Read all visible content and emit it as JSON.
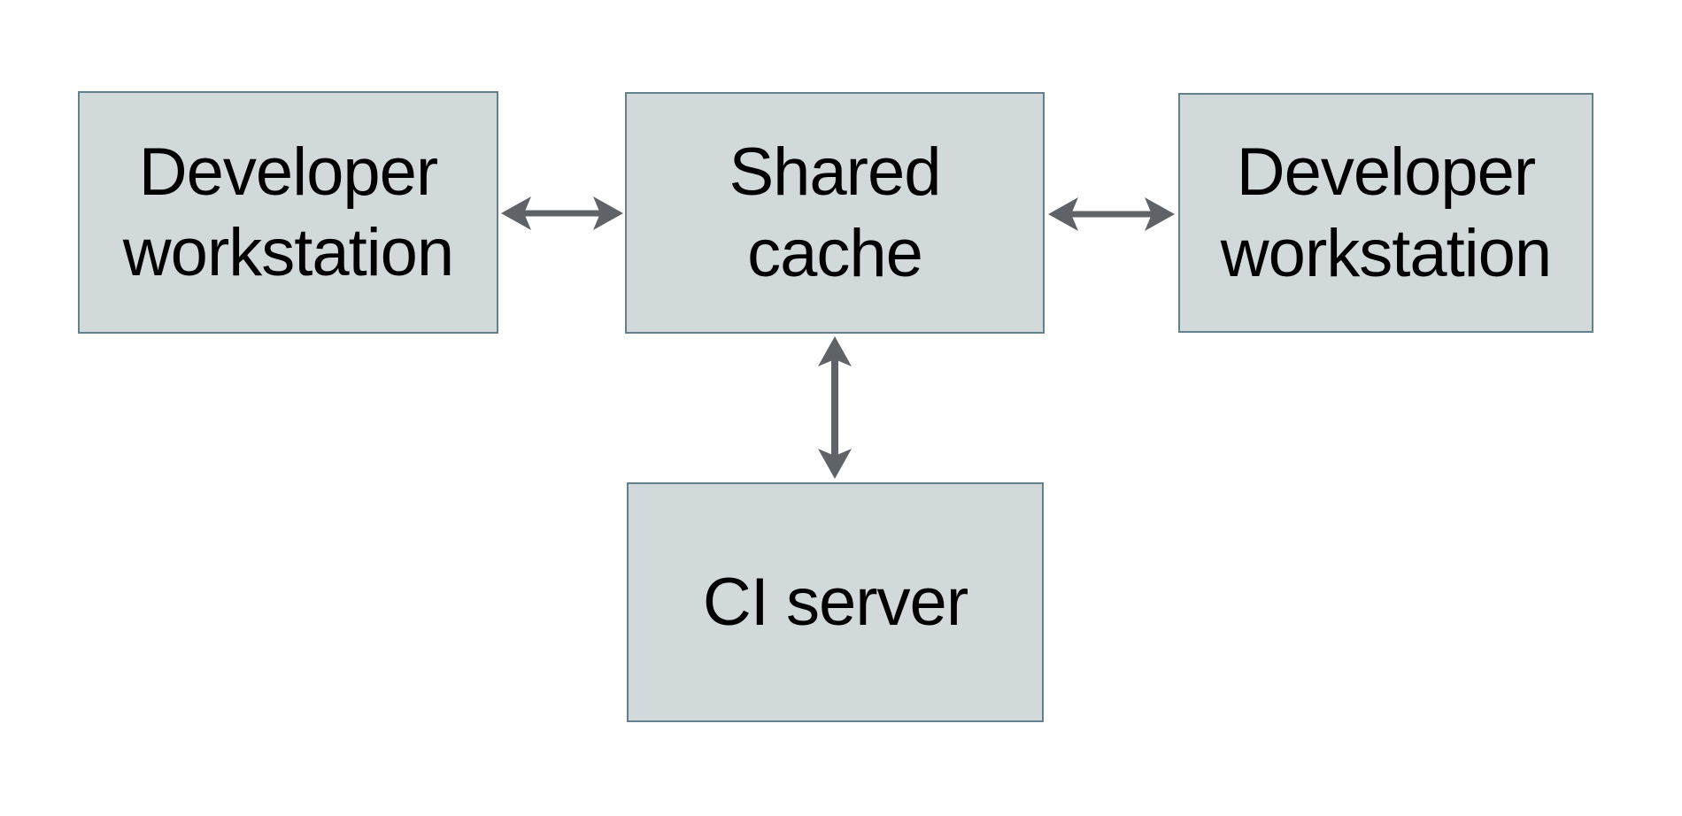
{
  "diagram": {
    "colors": {
      "background": "#ffffff",
      "node_fill": "#d2d9da",
      "node_border": "#64808c",
      "arrow": "#5f6368",
      "text": "#000000"
    },
    "nodes": [
      {
        "id": "developer-workstation-left",
        "label": "Developer workstation",
        "lines": [
          "Developer",
          "workstation"
        ]
      },
      {
        "id": "shared-cache",
        "label": "Shared cache",
        "lines": [
          "Shared",
          "cache"
        ]
      },
      {
        "id": "developer-workstation-right",
        "label": "Developer workstation",
        "lines": [
          "Developer",
          "workstation"
        ]
      },
      {
        "id": "ci-server",
        "label": "CI server",
        "lines": [
          "CI server"
        ]
      }
    ],
    "connections": [
      {
        "from": "developer-workstation-left",
        "to": "shared-cache",
        "type": "bidirectional"
      },
      {
        "from": "shared-cache",
        "to": "developer-workstation-right",
        "type": "bidirectional"
      },
      {
        "from": "shared-cache",
        "to": "ci-server",
        "type": "bidirectional"
      }
    ]
  }
}
